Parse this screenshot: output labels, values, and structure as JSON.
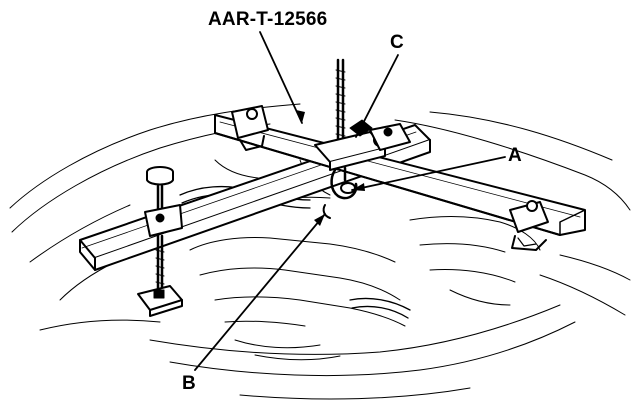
{
  "diagram": {
    "tool_label": "AAR-T-12566",
    "callouts": {
      "a": "A",
      "b": "B",
      "c": "C"
    }
  },
  "colors": {
    "ink": "#000000",
    "paper": "#ffffff"
  }
}
